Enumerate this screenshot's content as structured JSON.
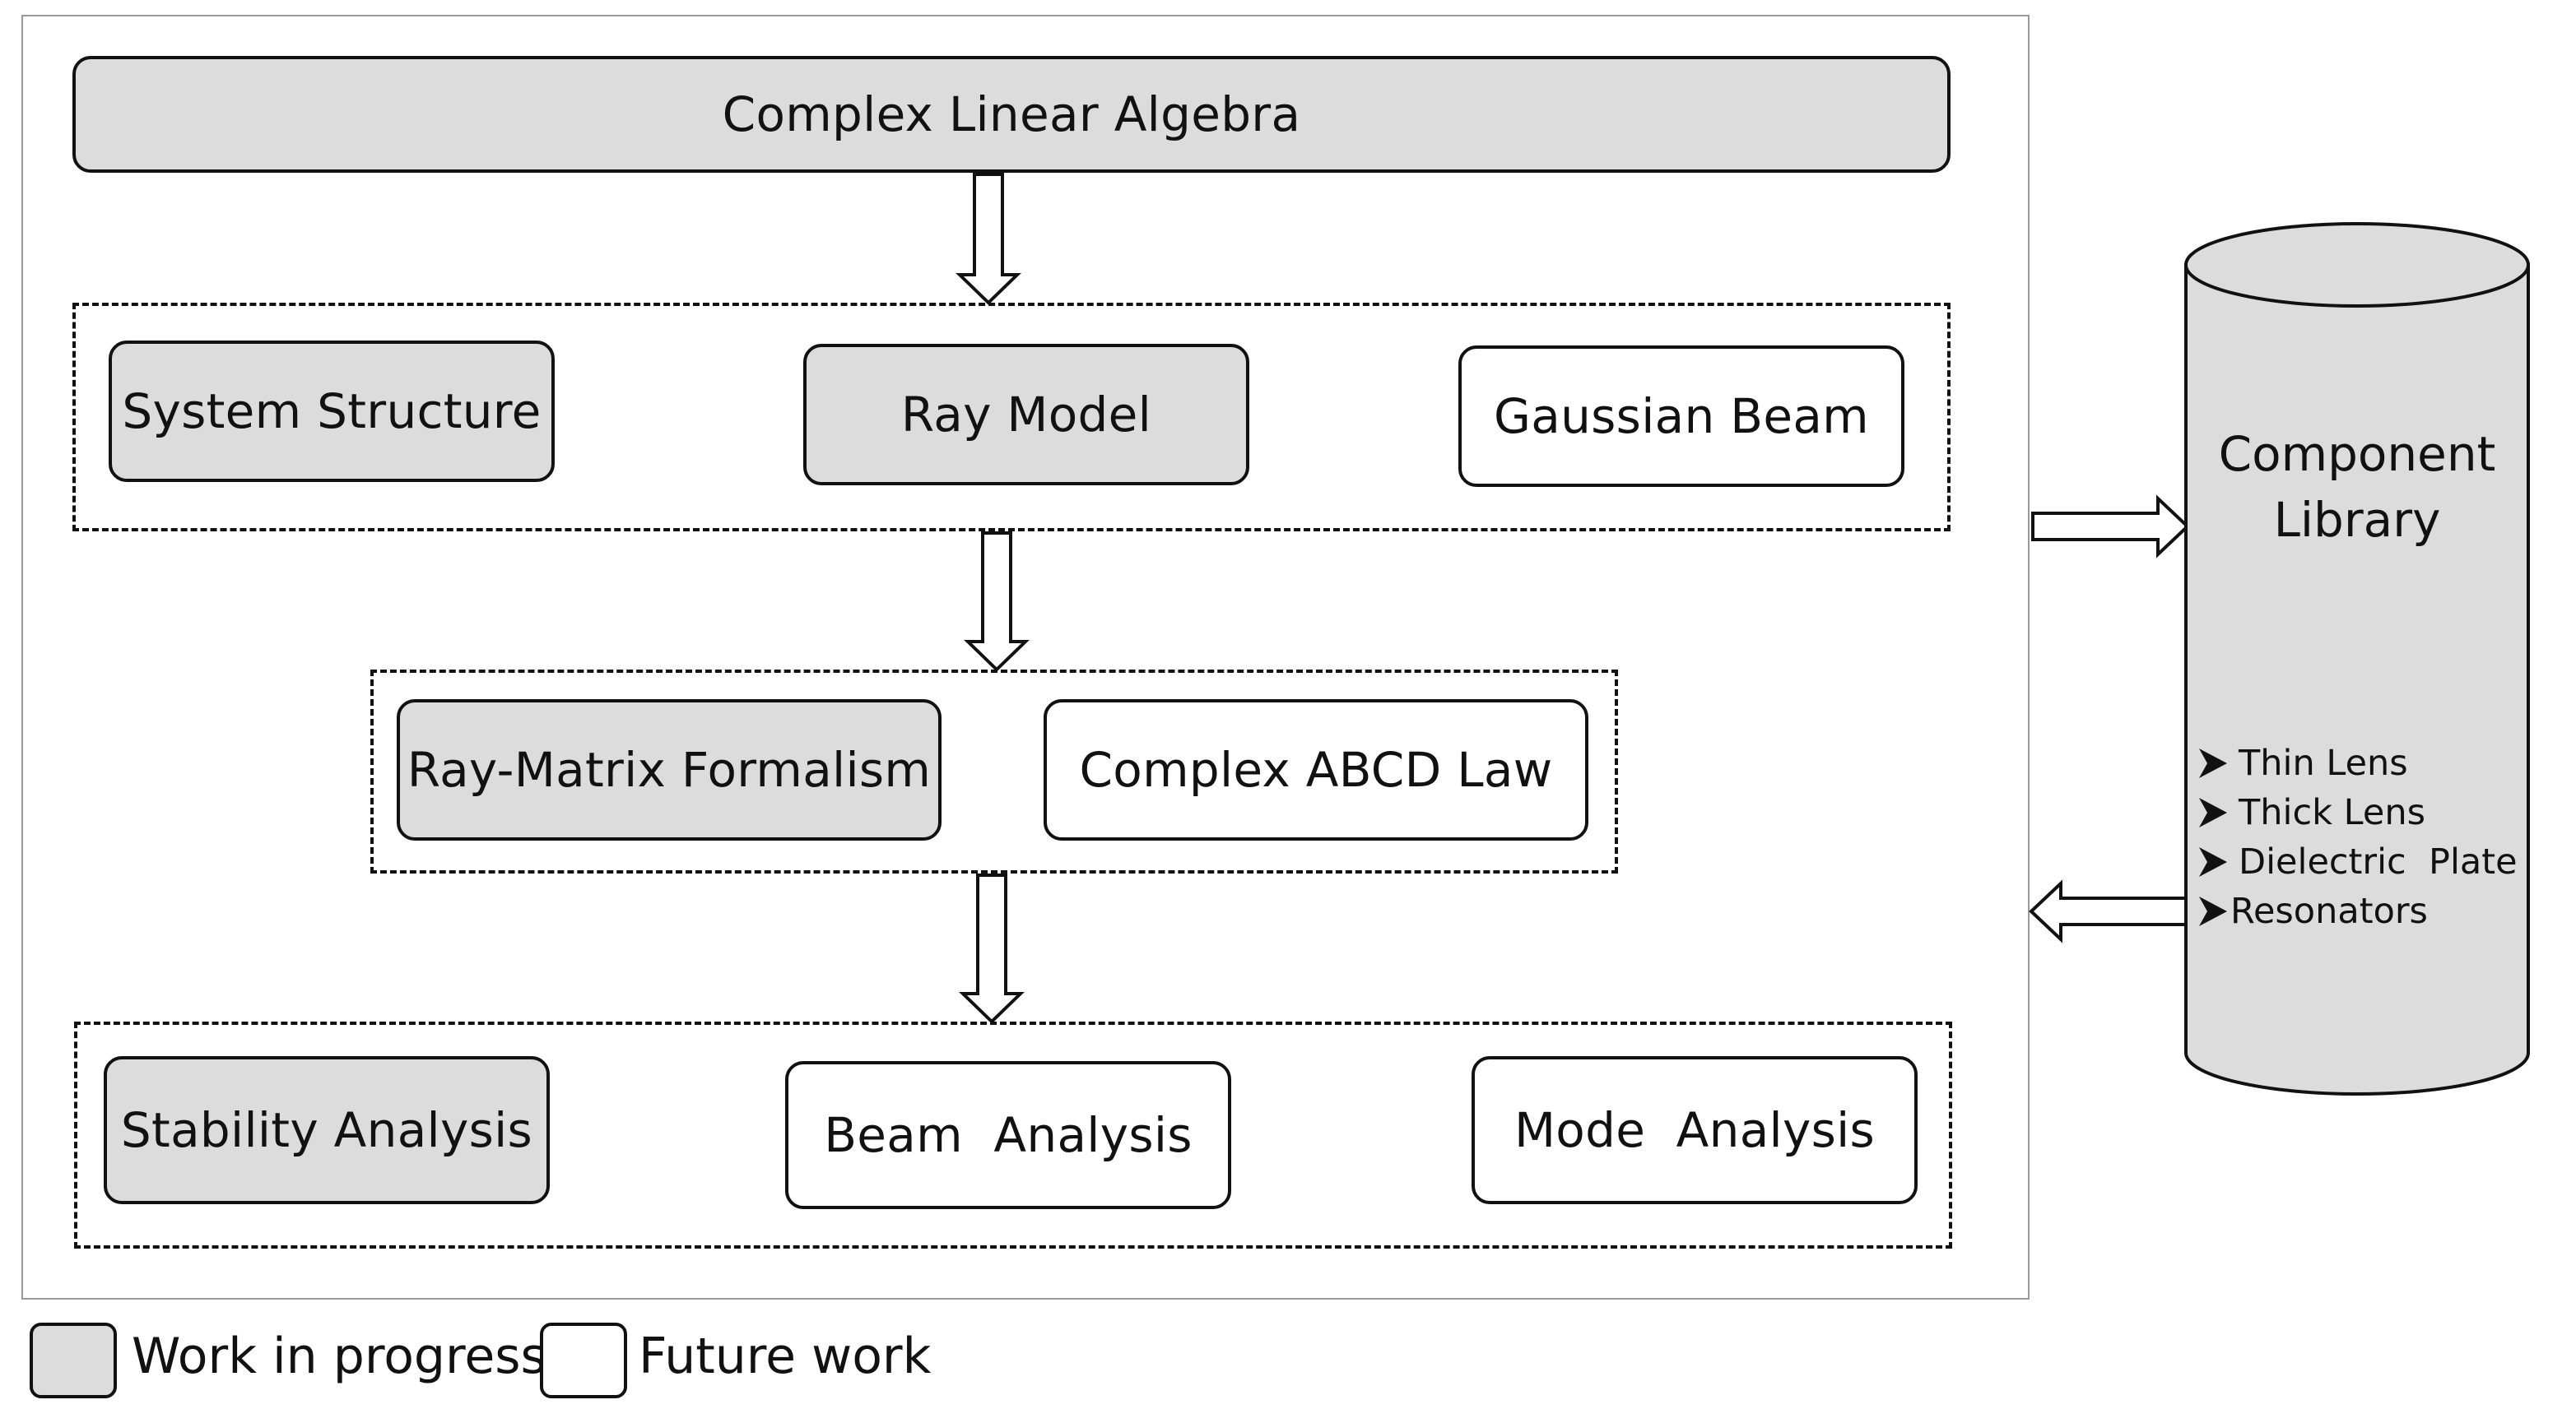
{
  "top": {
    "label": "Complex Linear Algebra"
  },
  "group1": [
    {
      "label": "System Structure",
      "status": "wip"
    },
    {
      "label": "Ray Model",
      "status": "wip"
    },
    {
      "label": "Gaussian Beam",
      "status": "future"
    }
  ],
  "group2": [
    {
      "label": "Ray-Matrix Formalism",
      "status": "wip"
    },
    {
      "label": "Complex ABCD Law",
      "status": "future"
    }
  ],
  "group3": [
    {
      "label": "Stability Analysis",
      "status": "wip"
    },
    {
      "label": "Beam  Analysis",
      "status": "future"
    },
    {
      "label": "Mode  Analysis",
      "status": "future"
    }
  ],
  "library": {
    "title_line1": "Component",
    "title_line2": "Library",
    "items": [
      "Thin Lens",
      "Thick Lens",
      "Dielectric  Plate",
      "Resonators"
    ]
  },
  "legend": {
    "wip": "Work in progress",
    "future": "Future work"
  },
  "colors": {
    "wip": "#dcdcdc",
    "future": "#ffffff",
    "stroke": "#111111"
  }
}
